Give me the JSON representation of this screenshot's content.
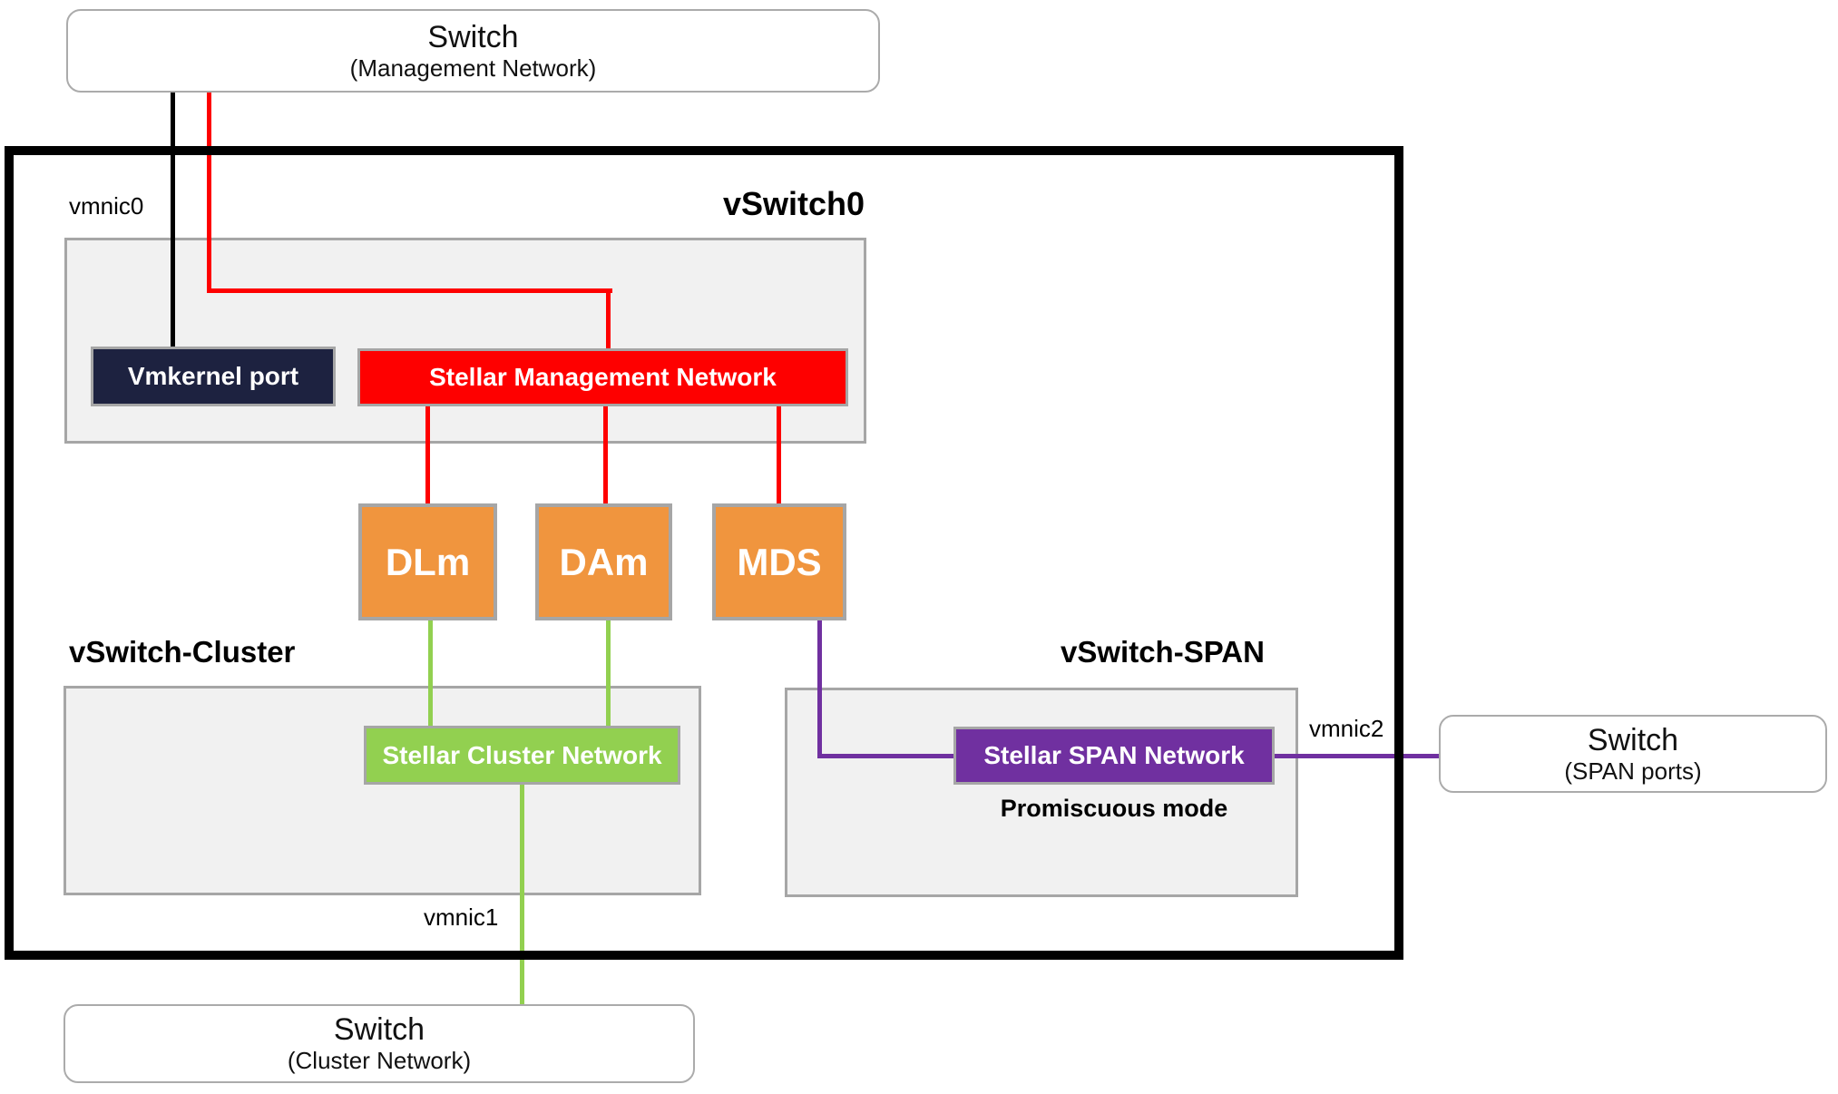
{
  "external_switches": {
    "management": {
      "title": "Switch",
      "subtitle": "(Management Network)"
    },
    "span": {
      "title": "Switch",
      "subtitle": "(SPAN ports)"
    },
    "cluster": {
      "title": "Switch",
      "subtitle": "(Cluster Network)"
    }
  },
  "host": {
    "vswitch0": {
      "title": "vSwitch0",
      "uplink_label": "vmnic0",
      "vmkernel_port": "Vmkernel port",
      "port_group": "Stellar Management Network"
    },
    "vms": [
      {
        "label": "DLm"
      },
      {
        "label": "DAm"
      },
      {
        "label": "MDS"
      }
    ],
    "vswitch_cluster": {
      "title": "vSwitch-Cluster",
      "port_group": "Stellar Cluster Network",
      "uplink_label": "vmnic1"
    },
    "vswitch_span": {
      "title": "vSwitch-SPAN",
      "port_group": "Stellar SPAN Network",
      "mode": "Promiscuous mode",
      "uplink_label": "vmnic2"
    }
  },
  "colors": {
    "management_red": "#fe0000",
    "cluster_green": "#92d050",
    "span_purple": "#7030a0",
    "vm_orange": "#f0953e",
    "vmkernel_navy": "#1d2240",
    "panel_fill": "#f1f1f1",
    "panel_border": "#a6a6a6",
    "host_border": "#000000"
  }
}
